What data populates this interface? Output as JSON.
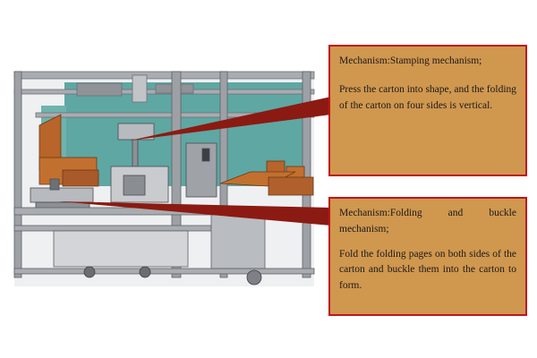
{
  "colors": {
    "callout_fill": "#d0974f",
    "callout_border": "#c0141c",
    "leader_line": "#8b1a12",
    "frame_steel": "#a9acb0",
    "teal_panel": "#5fa7a3",
    "carton_brown": "#b8642a"
  },
  "callouts": [
    {
      "title": "Mechanism:Stamping mechanism;",
      "text": "Press the carton into shape, and the folding of the carton on four sides is vertical."
    },
    {
      "title": "Mechanism:Folding and buckle mechanism;",
      "text": "Fold the folding pages on both sides of the carton and buckle them into the carton to form."
    }
  ]
}
